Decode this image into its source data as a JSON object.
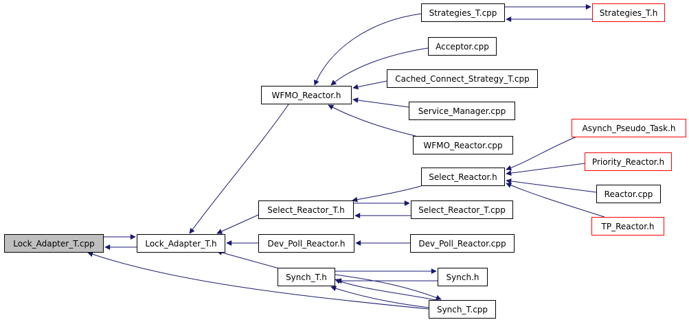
{
  "colors": {
    "edge": "#191970",
    "node_border": "#000000",
    "external_border": "#ff0000",
    "root_fill": "#bfbfbf"
  },
  "nodes": {
    "lock_adapter_t_cpp": "Lock_Adapter_T.cpp",
    "lock_adapter_t_h": "Lock_Adapter_T.h",
    "wfmo_reactor_h": "WFMO_Reactor.h",
    "strategies_t_cpp": "Strategies_T.cpp",
    "strategies_t_h": "Strategies_T.h",
    "acceptor_cpp": "Acceptor.cpp",
    "cached_connect_strategy_t_cpp": "Cached_Connect_Strategy_T.cpp",
    "service_manager_cpp": "Service_Manager.cpp",
    "wfmo_reactor_cpp": "WFMO_Reactor.cpp",
    "asynch_pseudo_task_h": "Asynch_Pseudo_Task.h",
    "select_reactor_h": "Select_Reactor.h",
    "priority_reactor_h": "Priority_Reactor.h",
    "select_reactor_t_h": "Select_Reactor_T.h",
    "select_reactor_t_cpp": "Select_Reactor_T.cpp",
    "reactor_cpp": "Reactor.cpp",
    "tp_reactor_h": "TP_Reactor.h",
    "dev_poll_reactor_h": "Dev_Poll_Reactor.h",
    "dev_poll_reactor_cpp": "Dev_Poll_Reactor.cpp",
    "synch_t_h": "Synch_T.h",
    "synch_h": "Synch.h",
    "synch_t_cpp": "Synch_T.cpp"
  }
}
